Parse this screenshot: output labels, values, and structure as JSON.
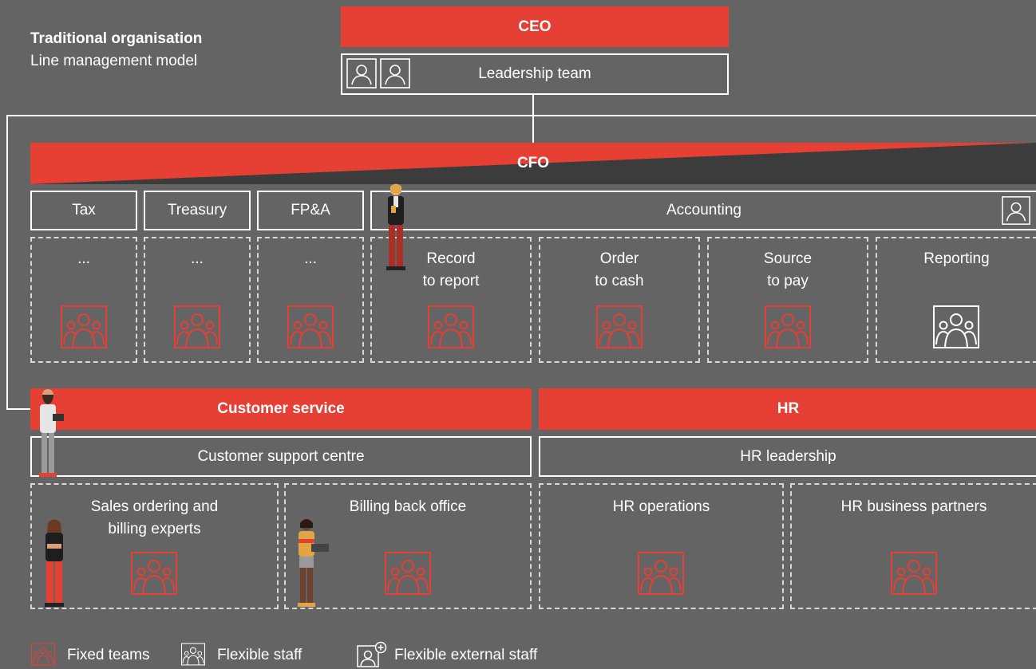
{
  "header": {
    "title": "Traditional organisation",
    "subtitle": "Line management model"
  },
  "ceo": {
    "label": "CEO",
    "leadership": "Leadership team"
  },
  "cfo": {
    "label": "CFO",
    "functions": [
      "Tax",
      "Treasury",
      "FP&A",
      "Accounting"
    ],
    "teams": [
      "...",
      "...",
      "...",
      "Record\nto report",
      "Order\nto cash",
      "Source\nto pay",
      "Reporting"
    ]
  },
  "customer_service": {
    "label": "Customer service",
    "leadership": "Customer support centre",
    "teams": [
      "Sales ordering and\nbilling experts",
      "Billing back office"
    ]
  },
  "hr": {
    "label": "HR",
    "leadership": "HR leadership",
    "teams": [
      "HR operations",
      "HR business partners"
    ]
  },
  "legend": {
    "fixed": "Fixed teams",
    "flexible": "Flexible staff",
    "external": "Flexible external staff"
  },
  "colors": {
    "accent": "#e63f33",
    "background": "#646464",
    "dark": "#3c3c3c"
  }
}
